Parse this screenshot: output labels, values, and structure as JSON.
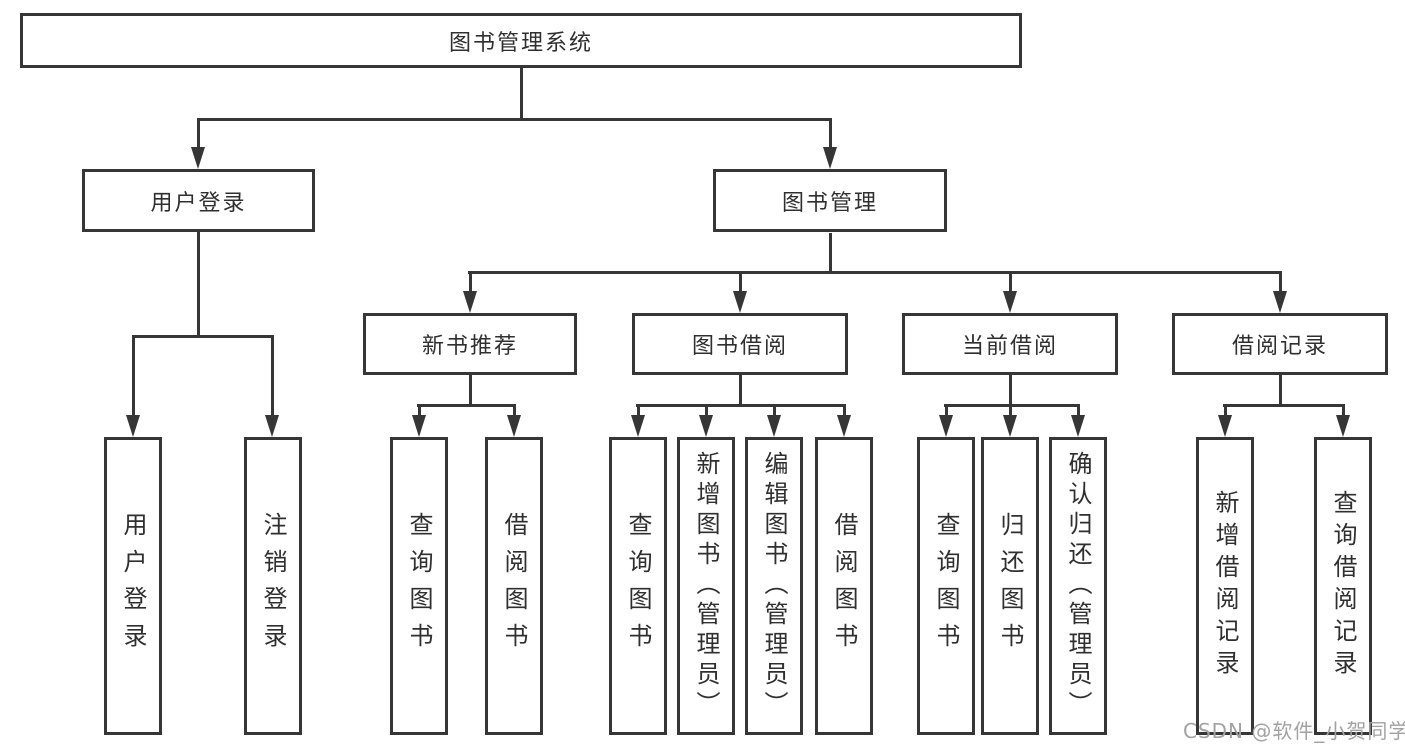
{
  "page": {
    "watermark": "CSDN @软件_小贺同学",
    "style": {
      "line_color": "#363636",
      "text_color": "#2f2f2f",
      "watermark_color": "#a2a2a2",
      "background": "#ffffff"
    }
  },
  "nodes": {
    "root": {
      "label": "图书管理系统"
    },
    "branches": [
      {
        "label": "用户登录"
      },
      {
        "label": "图书管理"
      }
    ],
    "modules": [
      {
        "label": "新书推荐",
        "parent": "图书管理"
      },
      {
        "label": "图书借阅",
        "parent": "图书管理"
      },
      {
        "label": "当前借阅",
        "parent": "图书管理"
      },
      {
        "label": "借阅记录",
        "parent": "图书管理"
      }
    ],
    "leaves": [
      {
        "label": "用户登录",
        "parent": "用户登录"
      },
      {
        "label": "注销登录",
        "parent": "用户登录"
      },
      {
        "label": "查询图书",
        "parent": "新书推荐"
      },
      {
        "label": "借阅图书",
        "parent": "新书推荐"
      },
      {
        "label": "查询图书",
        "parent": "图书借阅"
      },
      {
        "label": "新增图书（管理员）",
        "parent": "图书借阅"
      },
      {
        "label": "编辑图书（管理员）",
        "parent": "图书借阅"
      },
      {
        "label": "借阅图书",
        "parent": "图书借阅"
      },
      {
        "label": "查询图书",
        "parent": "当前借阅"
      },
      {
        "label": "归还图书",
        "parent": "当前借阅"
      },
      {
        "label": "确认归还（管理员）",
        "parent": "当前借阅"
      },
      {
        "label": "新增借阅记录",
        "parent": "借阅记录"
      },
      {
        "label": "查询借阅记录",
        "parent": "借阅记录"
      }
    ]
  }
}
